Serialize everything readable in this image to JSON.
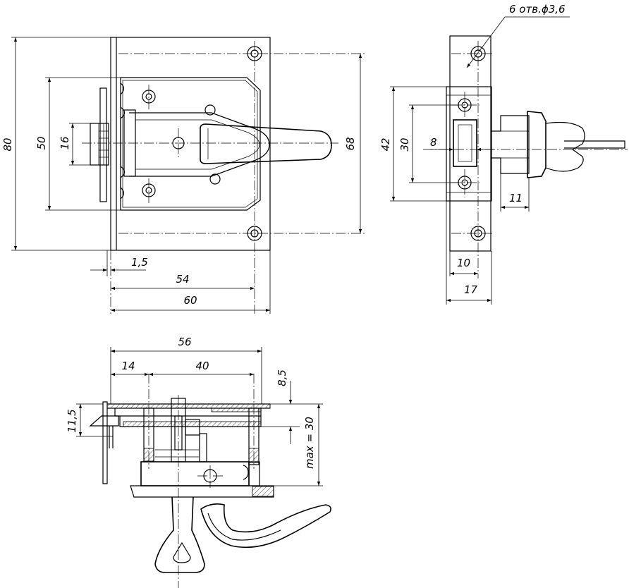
{
  "dimensions": {
    "front_height": "80",
    "front_inner_height": "50",
    "front_hub": "16",
    "front_holes_span": "68",
    "front_plate_thickness": "1,5",
    "front_holes_width": "54",
    "front_width": "60",
    "side_holes_note": "6 отв.ϕ3,6",
    "side_height": "42",
    "side_inner": "30",
    "side_slot": "8",
    "side_offset": "11",
    "side_hole_pos": "10",
    "side_width": "17",
    "plan_width": "56",
    "plan_left": "14",
    "plan_mid": "40",
    "plan_thickness": "11,5",
    "plan_depth": "8,5",
    "plan_max": "max = 30"
  }
}
